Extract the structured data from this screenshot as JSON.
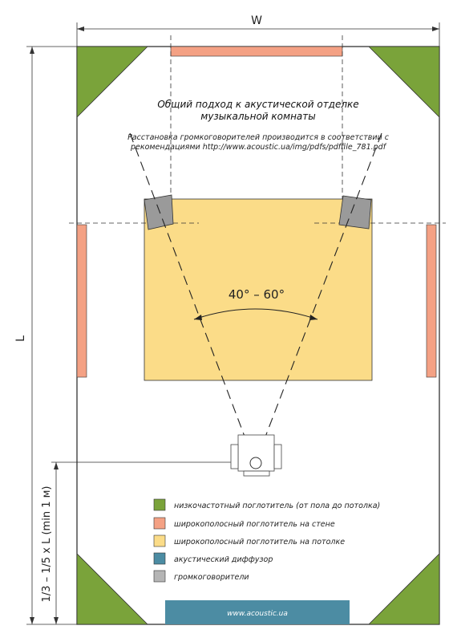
{
  "dimensions": {
    "width_label": "W",
    "length_label": "L",
    "listening_offset_label": "1/3 – 1/5 x L (min 1 м)"
  },
  "title": {
    "line1": "Общий подход к акустической отделке",
    "line2": "музыкальной комнаты"
  },
  "note": {
    "line1": "Расстановка громкоговорителей производится в соответствии с",
    "line2": "рекомендациями http://www.acoustic.ua/img/pdfs/pdffile_781.pdf"
  },
  "angle_label": "40° – 60°",
  "legend": [
    {
      "color": "#7aa33a",
      "label": "низкочастотный поглотитель (от пола до потолка)"
    },
    {
      "color": "#f4a184",
      "label": "широкополосный поглотитель на стене"
    },
    {
      "color": "#fbdc88",
      "label": "широкополосный поглотитель на потолке"
    },
    {
      "color": "#4c8ca3",
      "label": "акустический диффузор"
    },
    {
      "color": "#b5b5b5",
      "label": "громкоговорители"
    }
  ],
  "footer": "www.acoustic.ua",
  "colors": {
    "bass_trap": "#7aa33a",
    "wall_absorber": "#f4a184",
    "ceiling_absorber": "#fbdc88",
    "diffuser": "#4c8ca3",
    "speaker": "#9a9a9a"
  }
}
